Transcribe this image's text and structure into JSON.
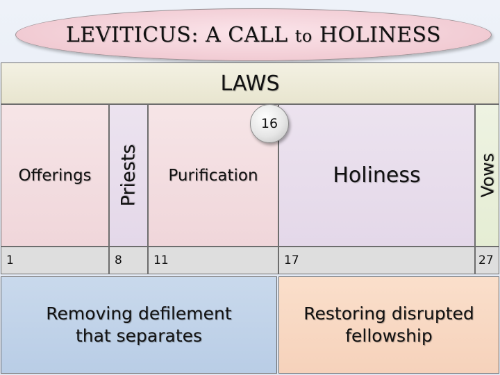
{
  "title": {
    "main1": "LEVITICUS: A CALL ",
    "small": "to",
    "main2": " HOLINESS"
  },
  "laws": "LAWS",
  "sections": {
    "offerings": "Offerings",
    "priests": "Priests",
    "purification": "Purification",
    "holiness": "Holiness",
    "vows": "Vows"
  },
  "chapters": {
    "offerings": "1",
    "priests": "8",
    "purification": "11",
    "holiness": "17",
    "vows": "27",
    "badge": "16"
  },
  "themes": {
    "left": "Removing defilement that separates",
    "right": "Restoring disrupted fellowship"
  },
  "colors": {
    "title_oval": "#f1cbd3",
    "laws_band": "#e8e5cf",
    "pink_section": "#f0d6da",
    "holiness_section": "#e4d8e9",
    "vows_section": "#e5edd4",
    "chapter_row": "#dedede",
    "left_theme": "#b9cde6",
    "right_theme": "#f6d2bb"
  }
}
